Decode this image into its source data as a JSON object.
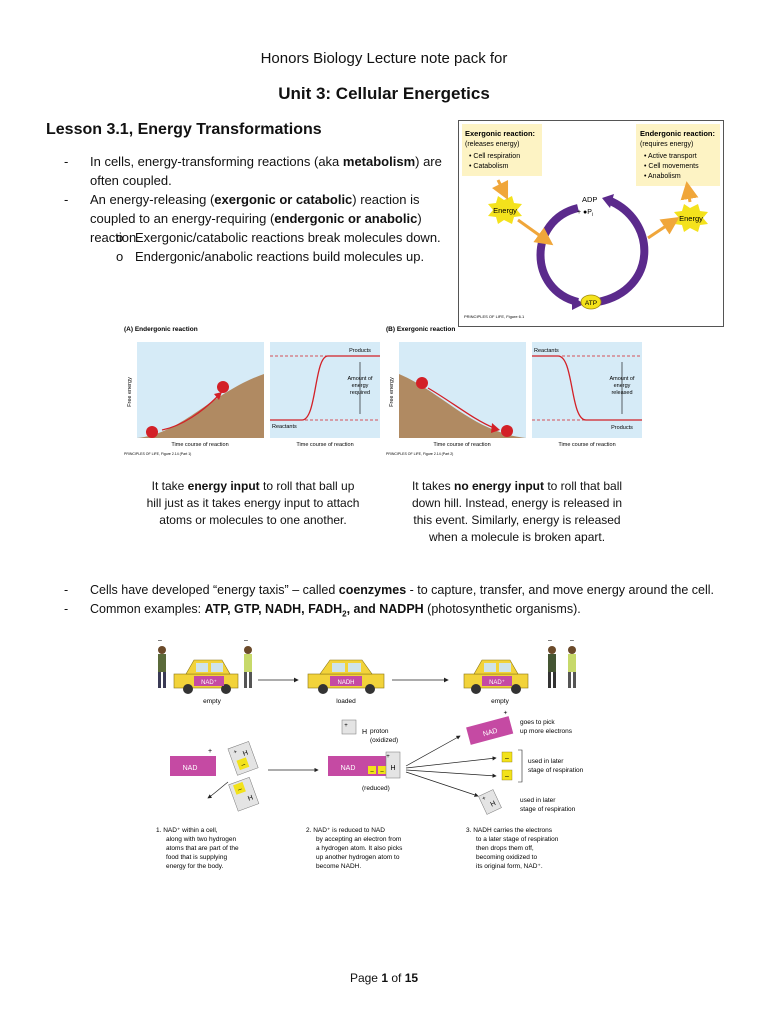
{
  "doc": {
    "title": "Honors Biology Lecture note pack for",
    "unit_title": "Unit 3: Cellular Energetics",
    "lesson_title": "Lesson 3.1, Energy Transformations",
    "bullets": [
      {
        "dash": "-",
        "pre": "In cells, energy-transforming reactions (aka ",
        "bold": "metabolism",
        "post": ") are often coupled."
      },
      {
        "dash": "-",
        "pre": "An energy-releasing (",
        "bold": "exergonic or catabolic",
        "mid": ") reaction is coupled to an energy-requiring (",
        "bold2": "endergonic or anabolic",
        "post": ") reaction."
      }
    ],
    "sub_bullets": [
      {
        "marker": "o",
        "text": "Exergonic/catabolic reactions break molecules down."
      },
      {
        "marker": "o",
        "text": "Endergonic/anabolic reactions build molecules up."
      }
    ],
    "caption_left": {
      "l1_pre": "It take ",
      "l1_bold": "energy input",
      "l1_post": " to roll that ball up",
      "l2": "hill just as it takes energy input to attach",
      "l3": "atoms or molecules to one another."
    },
    "caption_right": {
      "l1_pre": "It takes ",
      "l1_bold": "no energy input",
      "l1_post": " to roll that ball",
      "l2": "down hill. Instead, energy is released in",
      "l3": "this event.  Similarly, energy is released",
      "l4": "when a molecule is broken apart."
    },
    "bullets2": [
      {
        "dash": "-",
        "pre": "Cells have developed “energy taxis” – called ",
        "bold": "coenzymes",
        "post": " - to capture, transfer, and move energy around the cell."
      },
      {
        "dash": "-",
        "pre": "Common examples: ",
        "bold": "ATP, GTP, NADH, FADH",
        "sub": "2",
        "bold2": ", and NADPH",
        "post": " (photosynthetic organisms)."
      }
    ],
    "footer": {
      "pre": "Page ",
      "page": "1",
      "mid": " of ",
      "total": "15"
    }
  },
  "cycle_figure": {
    "exergonic_title": "Exergonic reaction:",
    "exergonic_sub": "(releases energy)",
    "exergonic_items": [
      "• Cell respiration",
      "• Catabolism"
    ],
    "endergonic_title": "Endergonic reaction:",
    "endergonic_sub": "(requires energy)",
    "endergonic_items": [
      "• Active transport",
      "• Cell movements",
      "• Anabolism"
    ],
    "energy_left": "Energy",
    "energy_right": "Energy",
    "adp": "ADP",
    "pi": "+ ●P",
    "pi_sub": "i",
    "atp": "ATP",
    "credit": "PRINCIPLES OF LIFE, Figure 6.1",
    "colors": {
      "panel_fill": "#fdf3c4",
      "cycle_arrow": "#5b2a8c",
      "burst": "#f4e21c",
      "arrow": "#f0a63a"
    }
  },
  "energy_figure": {
    "title_a": "(A) Endergonic reaction",
    "title_b": "(B) Exergonic reaction",
    "ylabel": "Free energy",
    "xlabel": "Time course of reaction",
    "products": "Products",
    "reactants": "Reactants",
    "amount_required": [
      "Amount of",
      "energy",
      "required"
    ],
    "amount_released": [
      "Amount of",
      "energy",
      "released"
    ],
    "credit_a": "PRINCIPLES OF LIFE, Figure 2.14 (Part 1)",
    "credit_b": "PRINCIPLES OF LIFE, Figure 2.14 (Part 2)",
    "colors": {
      "panel": "#d6ebf7",
      "hill": "#b08a62",
      "ball": "#d32027",
      "curve": "#d32027"
    }
  },
  "nad_figure": {
    "taxi_labels": [
      {
        "badge": "NAD⁺",
        "status": "empty"
      },
      {
        "badge": "NADH",
        "status": "loaded"
      },
      {
        "badge": "NAD⁺",
        "status": "empty"
      }
    ],
    "nad": "NAD",
    "plus": "+",
    "minus": "–",
    "h": "H",
    "proton_label": [
      "proton",
      "(oxidized)"
    ],
    "reduced_label": "(reduced)",
    "goes_to_pick": [
      "goes to pick",
      "up more electrons"
    ],
    "used_later_1": [
      "used in later",
      "stage of respiration"
    ],
    "used_later_2": [
      "used in later",
      "stage of respiration"
    ],
    "step1": [
      "1.  NAD⁺ within a cell,",
      "along with two hydrogen",
      "atoms that are part of the",
      "food that is supplying",
      "energy for the body."
    ],
    "step2": [
      "2.  NAD⁺ is reduced to NAD",
      "by accepting an electron from",
      "a hydrogen atom. It also picks",
      "up another hydrogen atom to",
      "become NADH."
    ],
    "step3": [
      "3.  NADH carries the electrons",
      "to a later stage of respiration",
      "then drops them off,",
      "becoming oxidized to",
      "its original form, NAD⁺."
    ],
    "colors": {
      "badge": "#c54aa3",
      "taxi": "#f2d33a",
      "electron": "#f2e21a"
    }
  }
}
